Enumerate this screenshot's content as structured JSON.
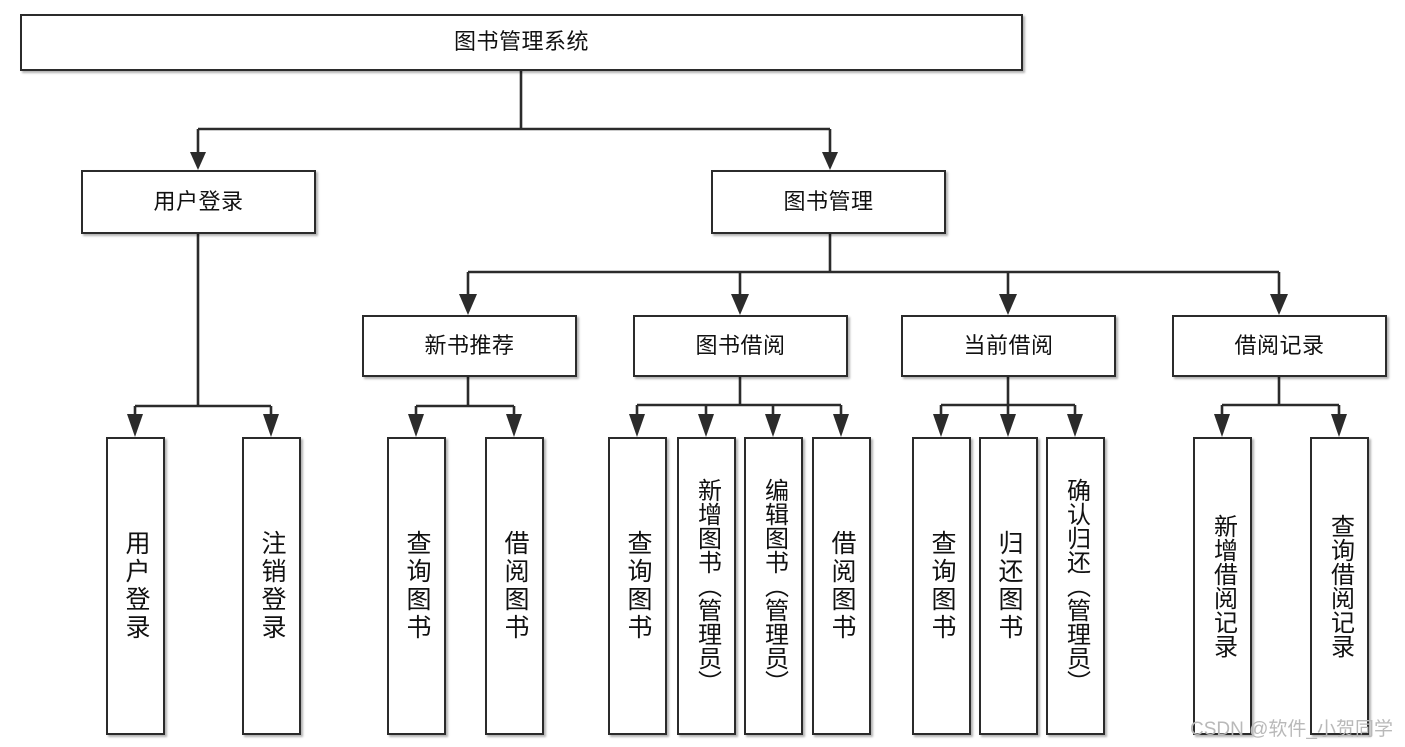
{
  "diagram": {
    "title": "图书管理系统",
    "type": "tree-hierarchy-chart",
    "watermark": "CSDN @软件_小贺同学",
    "colors": {
      "background": "#ffffff",
      "node_border": "#2b2b2b",
      "node_fill": "#ffffff",
      "connector": "#2b2b2b",
      "text": "#111111",
      "watermark": "#b9b9b9"
    },
    "levels": {
      "root": {
        "label": "图书管理系统"
      },
      "level2": [
        {
          "id": "user-login",
          "label": "用户登录"
        },
        {
          "id": "book-management",
          "label": "图书管理"
        }
      ],
      "level3": [
        {
          "id": "new-book-recommend",
          "label": "新书推荐"
        },
        {
          "id": "book-borrow",
          "label": "图书借阅"
        },
        {
          "id": "current-borrow",
          "label": "当前借阅"
        },
        {
          "id": "borrow-record",
          "label": "借阅记录"
        }
      ],
      "leaves": {
        "user_login": [
          {
            "id": "leaf-user-login",
            "label": "用户登录"
          },
          {
            "id": "leaf-logout-login",
            "label": "注销登录"
          }
        ],
        "new_book_recommend": [
          {
            "id": "leaf-query-book-1",
            "label": "查询图书"
          },
          {
            "id": "leaf-borrow-book-1",
            "label": "借阅图书"
          }
        ],
        "book_borrow": [
          {
            "id": "leaf-query-book-2",
            "label": "查询图书"
          },
          {
            "id": "leaf-add-book",
            "label": "新增图书（管理员）"
          },
          {
            "id": "leaf-edit-book",
            "label": "编辑图书（管理员）"
          },
          {
            "id": "leaf-borrow-book-2",
            "label": "借阅图书"
          }
        ],
        "current_borrow": [
          {
            "id": "leaf-query-book-3",
            "label": "查询图书"
          },
          {
            "id": "leaf-return-book",
            "label": "归还图书"
          },
          {
            "id": "leaf-confirm-return",
            "label": "确认归还（管理员）"
          }
        ],
        "borrow_record": [
          {
            "id": "leaf-add-record",
            "label": "新增借阅记录"
          },
          {
            "id": "leaf-query-record",
            "label": "查询借阅记录"
          }
        ]
      }
    }
  }
}
